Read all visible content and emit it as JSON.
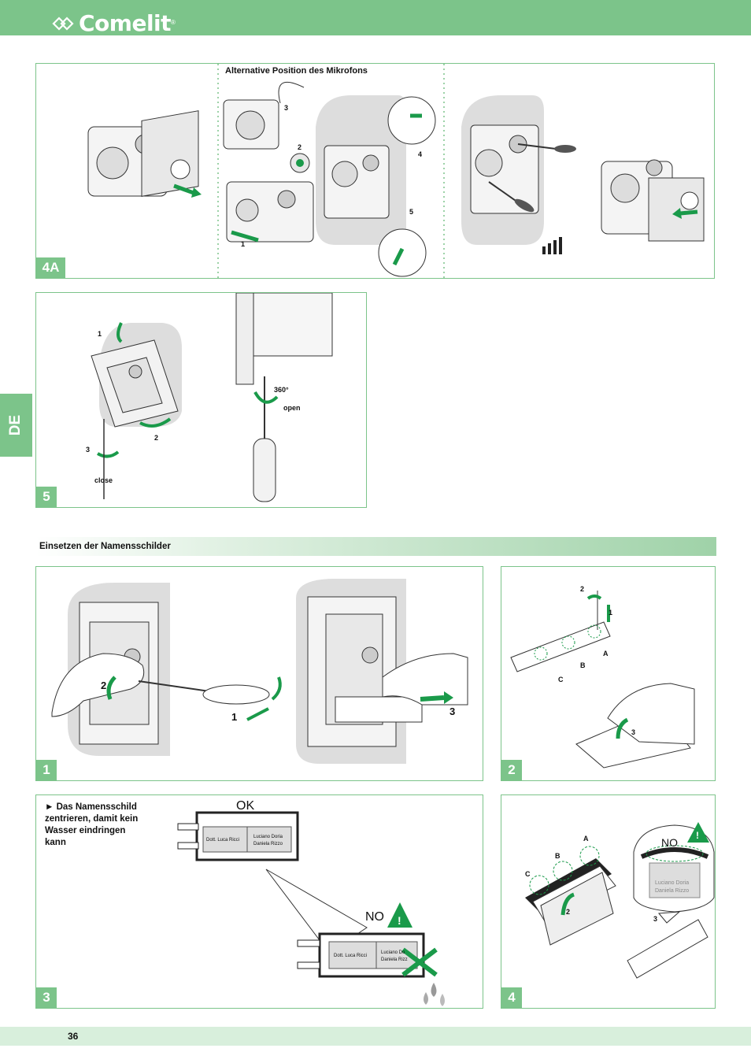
{
  "brand": {
    "name": "Comelit",
    "registered": "®",
    "color": "#7cc48a"
  },
  "side_tab": {
    "label": "DE"
  },
  "panel_4a": {
    "badge": "4A",
    "caption": "Alternative Position des Mikrofons",
    "step_labels": [
      "1",
      "2",
      "3",
      "4",
      "5"
    ]
  },
  "panel_5": {
    "badge": "5",
    "labels": {
      "n1": "1",
      "n2": "2",
      "n3": "3",
      "close": "close",
      "angle": "360°",
      "open": "open"
    }
  },
  "section": {
    "title": "Einsetzen der Namensschilder"
  },
  "panel_1": {
    "badge": "1",
    "labels": {
      "n1": "1",
      "n2": "2",
      "n3": "3"
    }
  },
  "panel_2": {
    "badge": "2",
    "labels": {
      "n1": "1",
      "n2": "2",
      "n3": "3",
      "a": "A",
      "b": "B",
      "c": "C"
    }
  },
  "panel_3": {
    "badge": "3",
    "note_lines": [
      "► Das Namensschild",
      "zentrieren, damit kein",
      "Wasser eindringen",
      "kann"
    ],
    "ok_label": "OK",
    "no_label": "NO",
    "card_left": "Dott. Luca Ricci",
    "card_right_1": "Luciano Doria",
    "card_right_2": "Daniela Rizzo",
    "card_right_cut_1": "Luciano Do",
    "card_right_cut_2": "Daniela Rizz",
    "warning": "!"
  },
  "panel_4": {
    "badge": "4",
    "no_label": "NO",
    "warning": "!",
    "labels": {
      "a": "A",
      "b": "B",
      "c": "C",
      "n2": "2",
      "n3": "3"
    },
    "tag_1": "Luciano Doria",
    "tag_2": "Daniela Rizzo"
  },
  "footer": {
    "page_number": "36"
  }
}
